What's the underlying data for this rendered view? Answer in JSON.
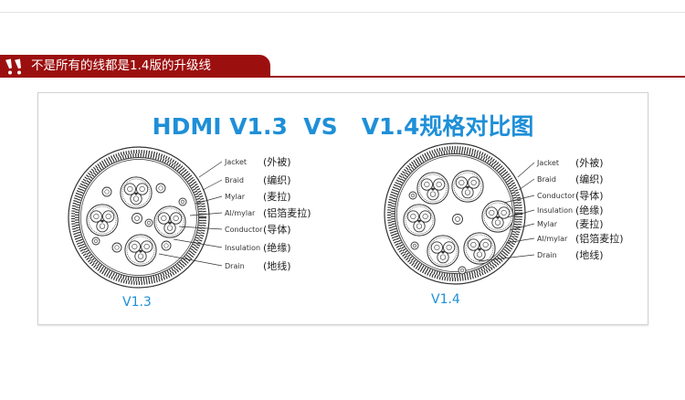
{
  "banner": {
    "text": "不是所有的线都是1.4版的升级线"
  },
  "title": "HDMI V1.3  VS   V1.4规格对比图",
  "left_cable": {
    "version": "V1.3",
    "labels": [
      {
        "en": "Jacket",
        "cn": "(外被)"
      },
      {
        "en": "Braid",
        "cn": "(编织)"
      },
      {
        "en": "Mylar",
        "cn": "(麦拉)"
      },
      {
        "en": "Al/mylar",
        "cn": "(铝箔麦拉)"
      },
      {
        "en": "Conductor",
        "cn": "(导体)"
      },
      {
        "en": "Insulation",
        "cn": "(绝缘)"
      },
      {
        "en": "Drain",
        "cn": "(地线)"
      }
    ]
  },
  "right_cable": {
    "version": "V1.4",
    "labels": [
      {
        "en": "Jacket",
        "cn": "(外被)"
      },
      {
        "en": "Braid",
        "cn": "(编织)"
      },
      {
        "en": "Conductor",
        "cn": "(导体)"
      },
      {
        "en": "Insulation",
        "cn": "(绝缘)"
      },
      {
        "en": "Mylar",
        "cn": "(麦拉)"
      },
      {
        "en": "Al/mylar",
        "cn": "(铝箔麦拉)"
      },
      {
        "en": "Drain",
        "cn": "(地线)"
      }
    ]
  }
}
